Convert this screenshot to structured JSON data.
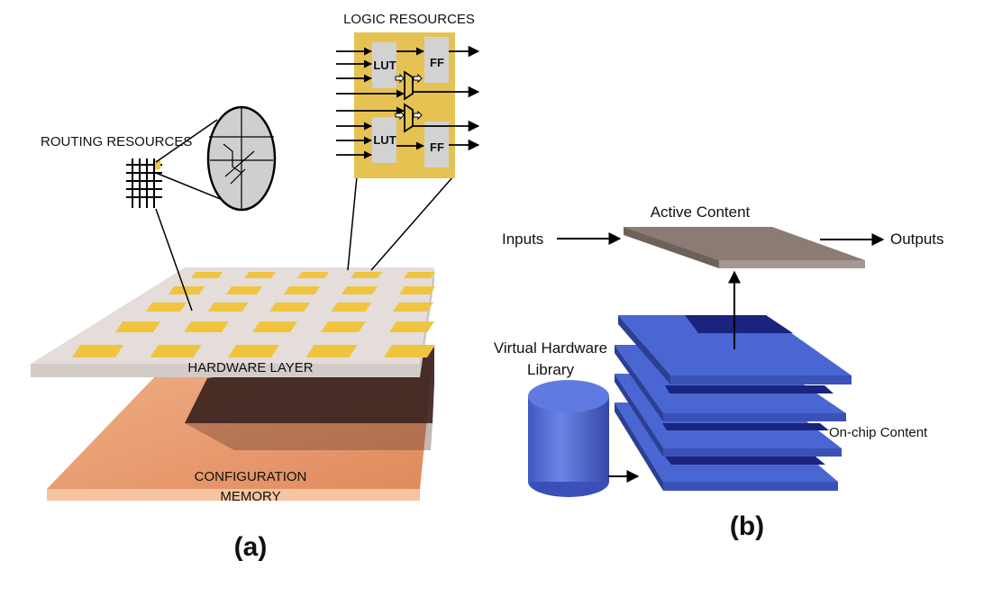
{
  "panel_a": {
    "routing_label": "ROUTING RESOURCES",
    "logic_label": "LOGIC RESOURCES",
    "lut_label": "LUT",
    "ff_label": "FF",
    "hardware_layer_label": "HARDWARE LAYER",
    "config_memory_line1": "CONFIGURATION",
    "config_memory_line2": "MEMORY",
    "caption": "(a)"
  },
  "panel_b": {
    "active_content_label": "Active Content",
    "inputs_label": "Inputs",
    "outputs_label": "Outputs",
    "library_line1": "Virtual Hardware",
    "library_line2": "Library",
    "onchip_label": "On-chip Content",
    "caption": "(b)"
  },
  "colors": {
    "logic_block": "#e6c253",
    "cell_yellow": "#f0c43e",
    "hardware_top": "#e2dbd8",
    "config_memory": "#e89c6c",
    "blue_layer": "#4a66d2",
    "active_layer": "#8c7b74"
  }
}
